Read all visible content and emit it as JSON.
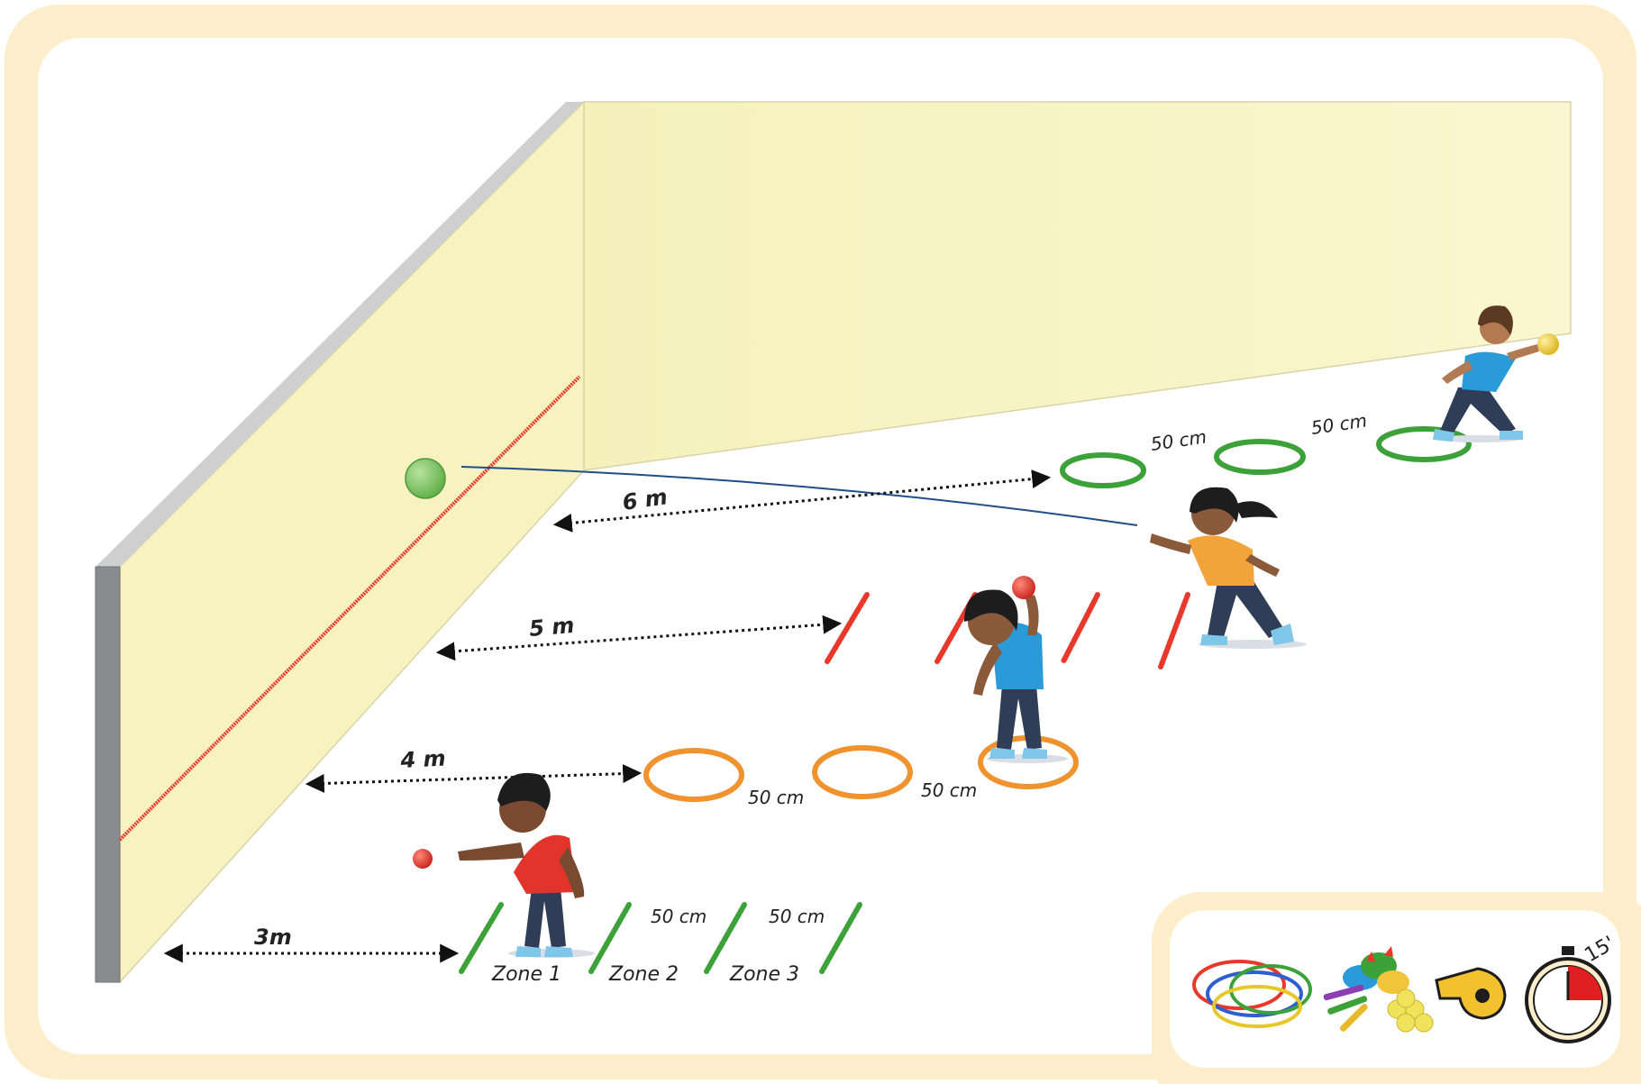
{
  "distances": {
    "d3": "3m",
    "d4": "4 m",
    "d5": "5 m",
    "d6": "6 m"
  },
  "spacing": {
    "orange_a": "50 cm",
    "orange_b": "50 cm",
    "green_a": "50 cm",
    "green_b": "50 cm",
    "zone_a": "50 cm",
    "zone_b": "50 cm"
  },
  "zones": [
    "Zone 1",
    "Zone 2",
    "Zone 3"
  ],
  "timer": {
    "label": "15'"
  },
  "colors": {
    "frame": "#fdeecb",
    "wall": "#f8f4c2",
    "wall_top": "#cfcfcf",
    "target_line": "#e8382b",
    "green_ring": "#3da13a",
    "orange_ring": "#f0922e",
    "red_marks": "#e8382b",
    "green_marks": "#3da13a"
  },
  "equipment_icons": [
    "hoops-icon",
    "beanbags-chalk-balls-icon",
    "whistle-icon",
    "stopwatch-icon"
  ]
}
